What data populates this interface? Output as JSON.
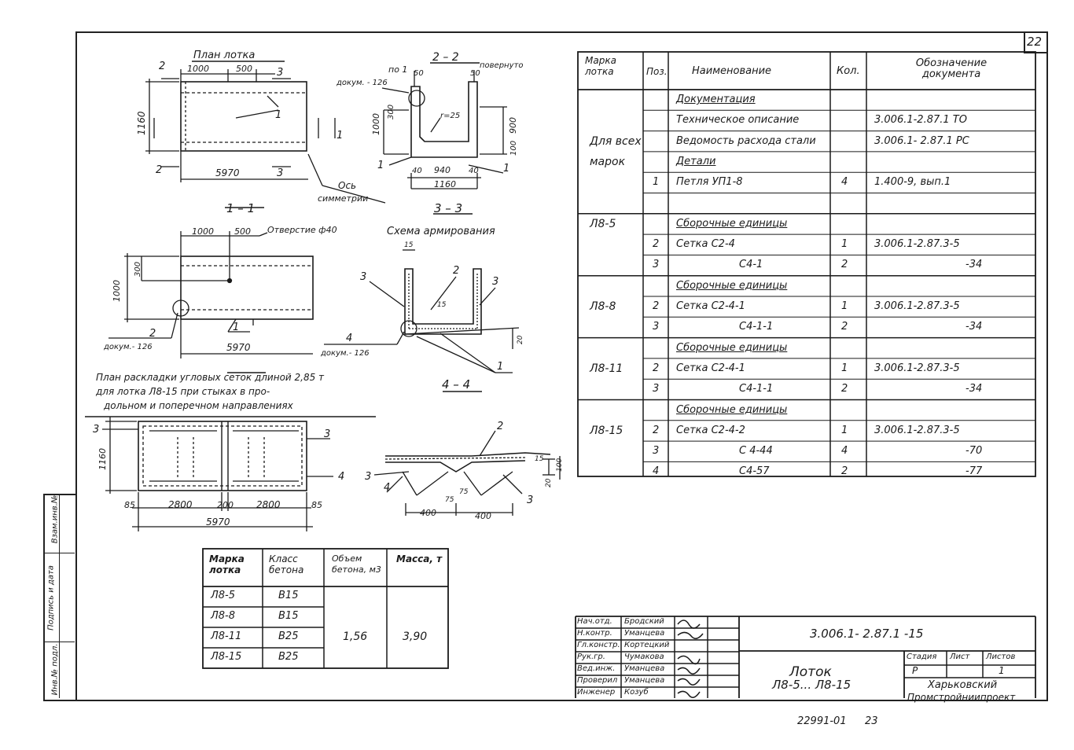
{
  "sheet": {
    "number": "22",
    "footer_code": "22991-01",
    "footer_page": "23"
  },
  "drawing_plan": {
    "title": "План лотка",
    "dim_1000": "1000",
    "dim_500": "500",
    "dim_1160": "1160",
    "dim_5970": "5970",
    "mark_2": "2",
    "mark_3": "3",
    "mark_1": "1",
    "axis_label": "Ось",
    "axis_label2": "симметрии"
  },
  "drawing_22": {
    "title": "2 – 2",
    "title_note": "повернуто",
    "ref_po": "по 1",
    "ref_doc": "докум. - 126",
    "dim_50a": "50",
    "dim_50b": "50",
    "dim_1000": "1000",
    "dim_300": "300",
    "dim_900": "900",
    "dim_100": "100",
    "dim_r": "r=25",
    "dim_40a": "40",
    "dim_940": "940",
    "dim_40b": "40",
    "dim_1160": "1160",
    "mark_1a": "1",
    "mark_1b": "1"
  },
  "drawing_11": {
    "title": "1 – 1",
    "dim_1000": "1000",
    "dim_500": "500",
    "hole": "Отверстие ф40",
    "dim_300": "300",
    "dim_1000v": "1000",
    "dim_5970": "5970",
    "mark_2": "2",
    "mark_1": "1",
    "ref_doc": "докум.- 126"
  },
  "drawing_33": {
    "title": "3 – 3",
    "subtitle": "Схема армирования",
    "dim_15": "15",
    "dim_15b": "15",
    "dim_20": "20",
    "mark_3a": "3",
    "mark_2": "2",
    "mark_3b": "3",
    "mark_4": "4",
    "ref_doc": "докум.- 126",
    "mark_1": "1"
  },
  "drawing_44": {
    "title": "4 – 4"
  },
  "layout_note": {
    "line1": "План раскладки угловых сеток длиной 2,85 т",
    "line2": "для лотка  Л8-15  при стыках в про-",
    "line3": "дольном и поперечном направлениях"
  },
  "drawing_layout": {
    "dim_1160": "1160",
    "dim_85a": "85",
    "dim_2800a": "2800",
    "dim_200": "200",
    "dim_2800b": "2800",
    "dim_85b": "85",
    "dim_5970": "5970",
    "mark_3a": "3",
    "mark_3b": "3",
    "mark_4": "4"
  },
  "drawing_joint": {
    "mark_2": "2",
    "mark_3a": "3",
    "mark_4": "4",
    "mark_3b": "3",
    "dim_400a": "400",
    "dim_400b": "400",
    "dim_100": "100",
    "dim_20": "20",
    "dim_15": "15",
    "dim_75a": "75",
    "dim_75b": "75"
  },
  "spec_table": {
    "headers": {
      "marka": "Марка лотка",
      "pos": "Поз.",
      "name": "Наименование",
      "qty": "Кол.",
      "doc": "Обозначение документа"
    },
    "rows": [
      {
        "marka": "",
        "pos": "",
        "name": "Документация",
        "qty": "",
        "doc": "",
        "section": true
      },
      {
        "marka": "",
        "pos": "",
        "name": "Техническое описание",
        "qty": "",
        "doc": "3.006.1-2.87.1   ТО"
      },
      {
        "marka": "Для всех",
        "pos": "",
        "name": "Ведомость расхода стали",
        "qty": "",
        "doc": "3.006.1- 2.87.1  РС"
      },
      {
        "marka": "марок",
        "pos": "",
        "name": "Детали",
        "qty": "",
        "doc": "",
        "section": true
      },
      {
        "marka": "",
        "pos": "1",
        "name": "Петля   УП1-8",
        "qty": "4",
        "doc": "1.400-9, вып.1"
      },
      {
        "marka": "",
        "pos": "",
        "name": "",
        "qty": "",
        "doc": ""
      },
      {
        "marka": "Л8-5",
        "pos": "",
        "name": "Сборочные единицы",
        "qty": "",
        "doc": "",
        "section": true
      },
      {
        "marka": "",
        "pos": "2",
        "name": "Сетка   С2-4",
        "qty": "1",
        "doc": "3.006.1-2.87.3-5"
      },
      {
        "marka": "",
        "pos": "3",
        "name": "С4-1",
        "qty": "2",
        "doc": "-34"
      },
      {
        "marka": "",
        "pos": "",
        "name": "Сборочные единицы",
        "qty": "",
        "doc": "",
        "section": true
      },
      {
        "marka": "Л8-8",
        "pos": "2",
        "name": "Сетка   С2-4-1",
        "qty": "1",
        "doc": "3.006.1-2.87.3-5"
      },
      {
        "marka": "",
        "pos": "3",
        "name": "С4-1-1",
        "qty": "2",
        "doc": "-34"
      },
      {
        "marka": "",
        "pos": "",
        "name": "Сборочные единицы",
        "qty": "",
        "doc": "",
        "section": true
      },
      {
        "marka": "Л8-11",
        "pos": "2",
        "name": "Сетка   С2-4-1",
        "qty": "1",
        "doc": "3.006.1-2.87.3-5"
      },
      {
        "marka": "",
        "pos": "3",
        "name": "С4-1-1",
        "qty": "2",
        "doc": "-34"
      },
      {
        "marka": "",
        "pos": "",
        "name": "Сборочные единицы",
        "qty": "",
        "doc": "",
        "section": true
      },
      {
        "marka": "Л8-15",
        "pos": "2",
        "name": "Сетка    С2-4-2",
        "qty": "1",
        "doc": "3.006.1-2.87.3-5"
      },
      {
        "marka": "",
        "pos": "3",
        "name": "С 4-44",
        "qty": "4",
        "doc": "-70"
      },
      {
        "marka": "",
        "pos": "4",
        "name": "С4-57",
        "qty": "2",
        "doc": "-77"
      }
    ]
  },
  "concrete_table": {
    "headers": {
      "marka": "Марка лотка",
      "class": "Класс бетона",
      "volume": "Объем бетона, м3",
      "mass": "Масса, т"
    },
    "rows": [
      {
        "marka": "Л8-5",
        "class": "В15"
      },
      {
        "marka": "Л8-8",
        "class": "В15"
      },
      {
        "marka": "Л8-11",
        "class": "В25"
      },
      {
        "marka": "Л8-15",
        "class": "В25"
      }
    ],
    "volume": "1,56",
    "mass": "3,90"
  },
  "title_block": {
    "code": "3.006.1- 2.87.1 -15",
    "title": "Лоток",
    "subtitle": "Л8-5... Л8-15",
    "stage_h": "Стадия",
    "sheet_h": "Лист",
    "sheets_h": "Листов",
    "stage": "Р",
    "sheets": "1",
    "org1": "Харьковский",
    "org2": "Промстройниипроект",
    "people": [
      {
        "role": "Нач.отд.",
        "name": "Бродский"
      },
      {
        "role": "Н.контр.",
        "name": "Уманцева"
      },
      {
        "role": "Гл.констр.",
        "name": "Кортецкий"
      },
      {
        "role": "Рук.гр.",
        "name": "Чумакова"
      },
      {
        "role": "Вед.инж.",
        "name": "Уманцева"
      },
      {
        "role": "Проверил",
        "name": "Уманцева"
      },
      {
        "role": "Инженер",
        "name": "Козуб"
      }
    ]
  },
  "side_stamp": {
    "inv": "Инв.№ подл.",
    "sign": "Подпись и дата",
    "vzam": "Взам.инв.№"
  }
}
